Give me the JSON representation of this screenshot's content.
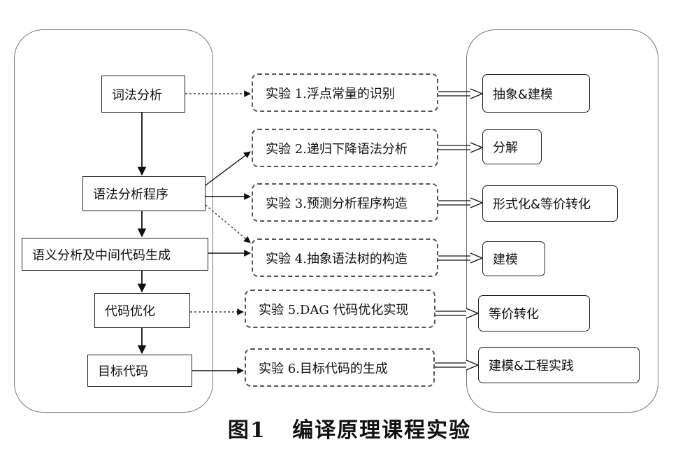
{
  "stages": [
    {
      "id": "lexical",
      "label": "词法分析"
    },
    {
      "id": "syntax",
      "label": "语法分析程序"
    },
    {
      "id": "semantic",
      "label": "语义分析及中间代码生成"
    },
    {
      "id": "optimize",
      "label": "代码优化"
    },
    {
      "id": "target",
      "label": "目标代码"
    }
  ],
  "experiments": [
    {
      "id": "exp1",
      "label": "实验 1.浮点常量的识别"
    },
    {
      "id": "exp2",
      "label": "实验 2.递归下降语法分析"
    },
    {
      "id": "exp3",
      "label": "实验 3.预测分析程序构造"
    },
    {
      "id": "exp4",
      "label": "实验 4.抽象语法树的构造"
    },
    {
      "id": "exp5",
      "label": "实验 5.DAG 代码优化实现"
    },
    {
      "id": "exp6",
      "label": "实验 6.目标代码的生成"
    }
  ],
  "skills": [
    {
      "id": "skill1",
      "label": "抽象&建模"
    },
    {
      "id": "skill2",
      "label": "分解"
    },
    {
      "id": "skill3",
      "label": "形式化&等价转化"
    },
    {
      "id": "skill4",
      "label": "建模"
    },
    {
      "id": "skill5",
      "label": "等价转化"
    },
    {
      "id": "skill6",
      "label": "建模&工程实践"
    }
  ],
  "caption": "图1   编译原理课程实验"
}
